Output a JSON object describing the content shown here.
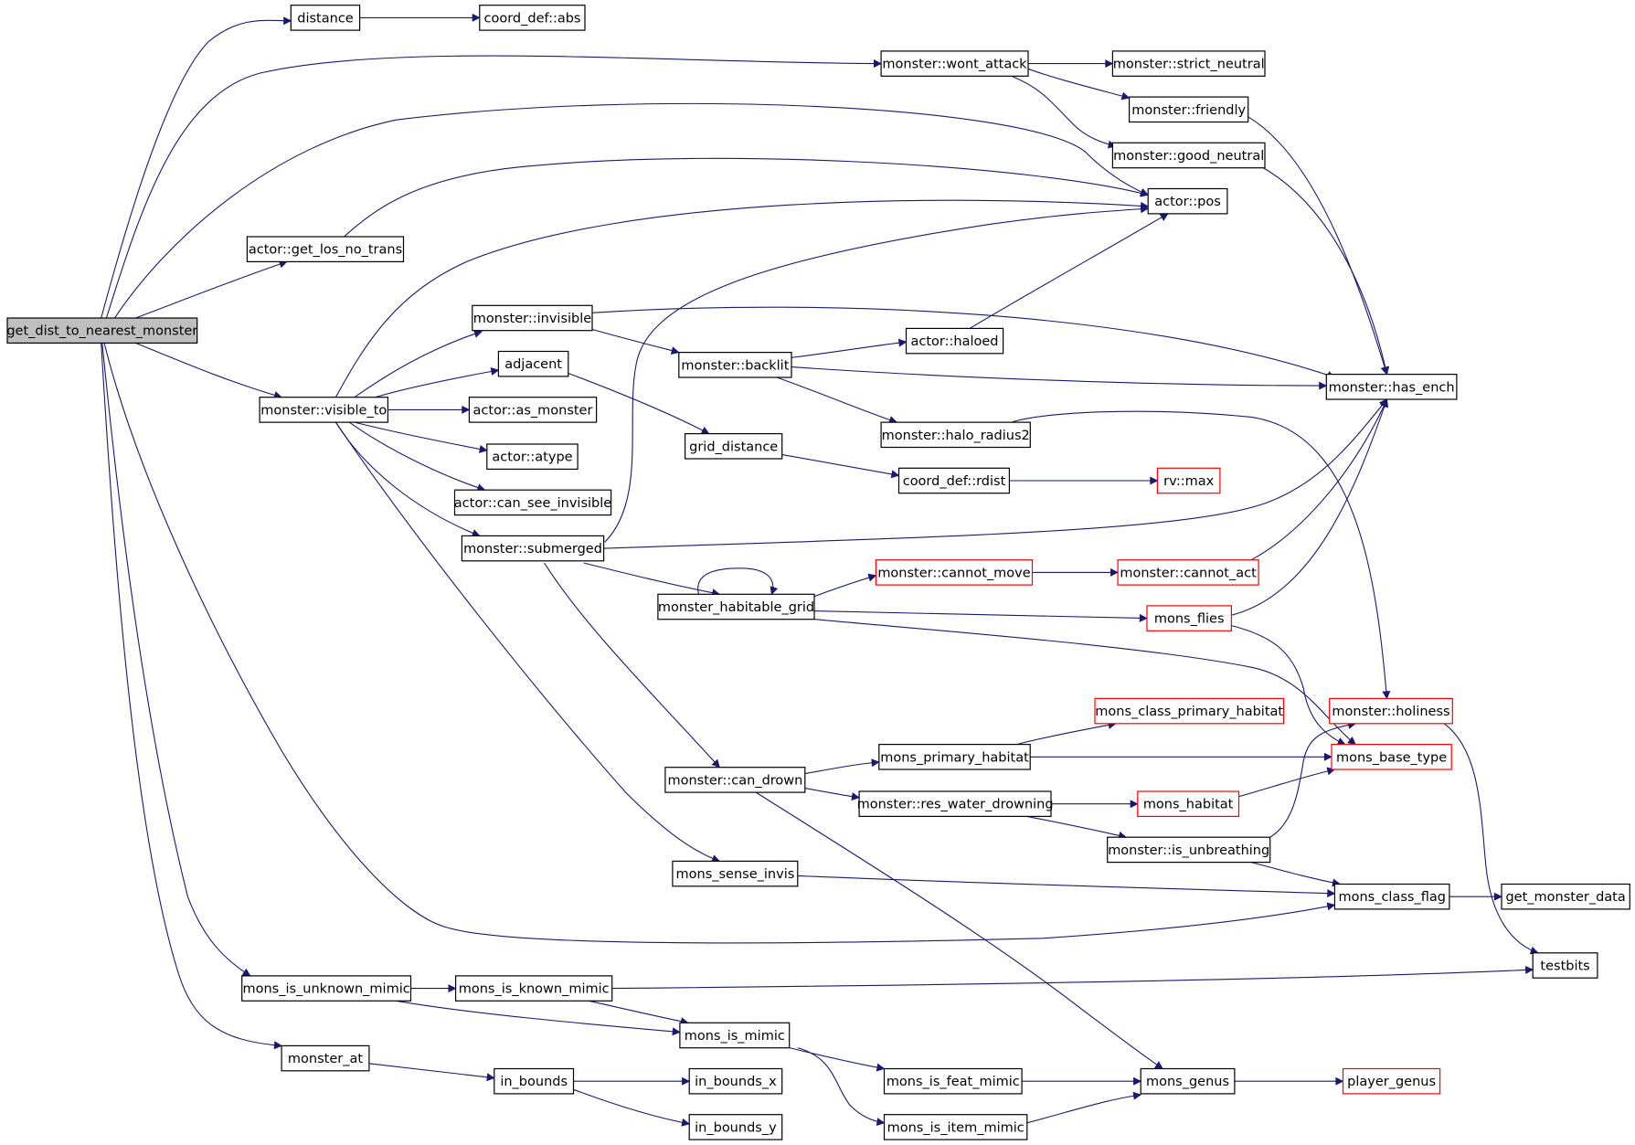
{
  "diagram": {
    "root": "get_dist_to_nearest_monster",
    "nodes": {
      "root": "get_dist_to_nearest_monster",
      "distance": "distance",
      "coord_abs": "coord_def::abs",
      "wont_attack": "monster::wont_attack",
      "strict_neutral": "monster::strict_neutral",
      "friendly": "monster::friendly",
      "good_neutral": "monster::good_neutral",
      "actor_pos": "actor::pos",
      "get_los": "actor::get_los_no_trans",
      "invisible": "monster::invisible",
      "backlit": "monster::backlit",
      "haloed": "actor::haloed",
      "has_ench": "monster::has_ench",
      "adjacent": "adjacent",
      "visible_to": "monster::visible_to",
      "as_monster": "actor::as_monster",
      "atype": "actor::atype",
      "grid_distance": "grid_distance",
      "halo_radius2": "monster::halo_radius2",
      "coord_rdist": "coord_def::rdist",
      "rv_max": "rv::max",
      "can_see_invis": "actor::can_see_invisible",
      "submerged": "monster::submerged",
      "cannot_move": "monster::cannot_move",
      "cannot_act": "monster::cannot_act",
      "habitable_grid": "monster_habitable_grid",
      "mons_flies": "mons_flies",
      "class_primary_habitat": "mons_class_primary_habitat",
      "holiness": "monster::holiness",
      "primary_habitat": "mons_primary_habitat",
      "base_type": "mons_base_type",
      "can_drown": "monster::can_drown",
      "res_water": "monster::res_water_drowning",
      "mons_habitat": "mons_habitat",
      "is_unbreathing": "monster::is_unbreathing",
      "sense_invis": "mons_sense_invis",
      "class_flag": "mons_class_flag",
      "get_monster_data": "get_monster_data",
      "testbits": "testbits",
      "unknown_mimic": "mons_is_unknown_mimic",
      "known_mimic": "mons_is_known_mimic",
      "is_mimic": "mons_is_mimic",
      "monster_at": "monster_at",
      "in_bounds": "in_bounds",
      "in_bounds_x": "in_bounds_x",
      "feat_mimic": "mons_is_feat_mimic",
      "mons_genus": "mons_genus",
      "player_genus": "player_genus",
      "in_bounds_y": "in_bounds_y",
      "item_mimic": "mons_is_item_mimic"
    },
    "root_node": "root",
    "truncated_nodes": [
      "rv_max",
      "cannot_move",
      "cannot_act",
      "mons_flies",
      "class_primary_habitat",
      "holiness",
      "base_type",
      "mons_habitat",
      "player_genus"
    ],
    "edges": [
      [
        "root",
        "distance"
      ],
      [
        "root",
        "wont_attack"
      ],
      [
        "root",
        "actor_pos"
      ],
      [
        "root",
        "get_los"
      ],
      [
        "root",
        "visible_to"
      ],
      [
        "root",
        "class_flag"
      ],
      [
        "root",
        "unknown_mimic"
      ],
      [
        "root",
        "monster_at"
      ],
      [
        "distance",
        "coord_abs"
      ],
      [
        "wont_attack",
        "strict_neutral"
      ],
      [
        "wont_attack",
        "friendly"
      ],
      [
        "wont_attack",
        "good_neutral"
      ],
      [
        "friendly",
        "has_ench"
      ],
      [
        "good_neutral",
        "has_ench"
      ],
      [
        "get_los",
        "actor_pos"
      ],
      [
        "visible_to",
        "actor_pos"
      ],
      [
        "visible_to",
        "invisible"
      ],
      [
        "visible_to",
        "adjacent"
      ],
      [
        "visible_to",
        "as_monster"
      ],
      [
        "visible_to",
        "atype"
      ],
      [
        "visible_to",
        "can_see_invis"
      ],
      [
        "visible_to",
        "submerged"
      ],
      [
        "visible_to",
        "sense_invis"
      ],
      [
        "invisible",
        "backlit"
      ],
      [
        "invisible",
        "has_ench"
      ],
      [
        "backlit",
        "haloed"
      ],
      [
        "backlit",
        "has_ench"
      ],
      [
        "backlit",
        "halo_radius2"
      ],
      [
        "haloed",
        "actor_pos"
      ],
      [
        "halo_radius2",
        "holiness"
      ],
      [
        "adjacent",
        "grid_distance"
      ],
      [
        "grid_distance",
        "coord_rdist"
      ],
      [
        "coord_rdist",
        "rv_max"
      ],
      [
        "submerged",
        "actor_pos"
      ],
      [
        "submerged",
        "has_ench"
      ],
      [
        "submerged",
        "habitable_grid"
      ],
      [
        "submerged",
        "can_drown"
      ],
      [
        "habitable_grid",
        "habitable_grid"
      ],
      [
        "habitable_grid",
        "cannot_move"
      ],
      [
        "habitable_grid",
        "mons_flies"
      ],
      [
        "habitable_grid",
        "base_type"
      ],
      [
        "cannot_move",
        "cannot_act"
      ],
      [
        "cannot_act",
        "has_ench"
      ],
      [
        "mons_flies",
        "has_ench"
      ],
      [
        "mons_flies",
        "base_type"
      ],
      [
        "holiness",
        "testbits"
      ],
      [
        "can_drown",
        "primary_habitat"
      ],
      [
        "can_drown",
        "res_water"
      ],
      [
        "can_drown",
        "mons_genus"
      ],
      [
        "primary_habitat",
        "class_primary_habitat"
      ],
      [
        "primary_habitat",
        "base_type"
      ],
      [
        "res_water",
        "mons_habitat"
      ],
      [
        "res_water",
        "is_unbreathing"
      ],
      [
        "mons_habitat",
        "base_type"
      ],
      [
        "is_unbreathing",
        "holiness"
      ],
      [
        "is_unbreathing",
        "class_flag"
      ],
      [
        "sense_invis",
        "class_flag"
      ],
      [
        "class_flag",
        "get_monster_data"
      ],
      [
        "unknown_mimic",
        "known_mimic"
      ],
      [
        "unknown_mimic",
        "is_mimic"
      ],
      [
        "known_mimic",
        "testbits"
      ],
      [
        "known_mimic",
        "is_mimic"
      ],
      [
        "is_mimic",
        "feat_mimic"
      ],
      [
        "is_mimic",
        "item_mimic"
      ],
      [
        "feat_mimic",
        "mons_genus"
      ],
      [
        "item_mimic",
        "mons_genus"
      ],
      [
        "mons_genus",
        "player_genus"
      ],
      [
        "monster_at",
        "in_bounds"
      ],
      [
        "in_bounds",
        "in_bounds_x"
      ],
      [
        "in_bounds",
        "in_bounds_y"
      ]
    ]
  },
  "colors": {
    "edge": "#191970",
    "root_fill": "#bfbfbf",
    "node_border": "#000000",
    "truncated_border": "#ff0000"
  }
}
